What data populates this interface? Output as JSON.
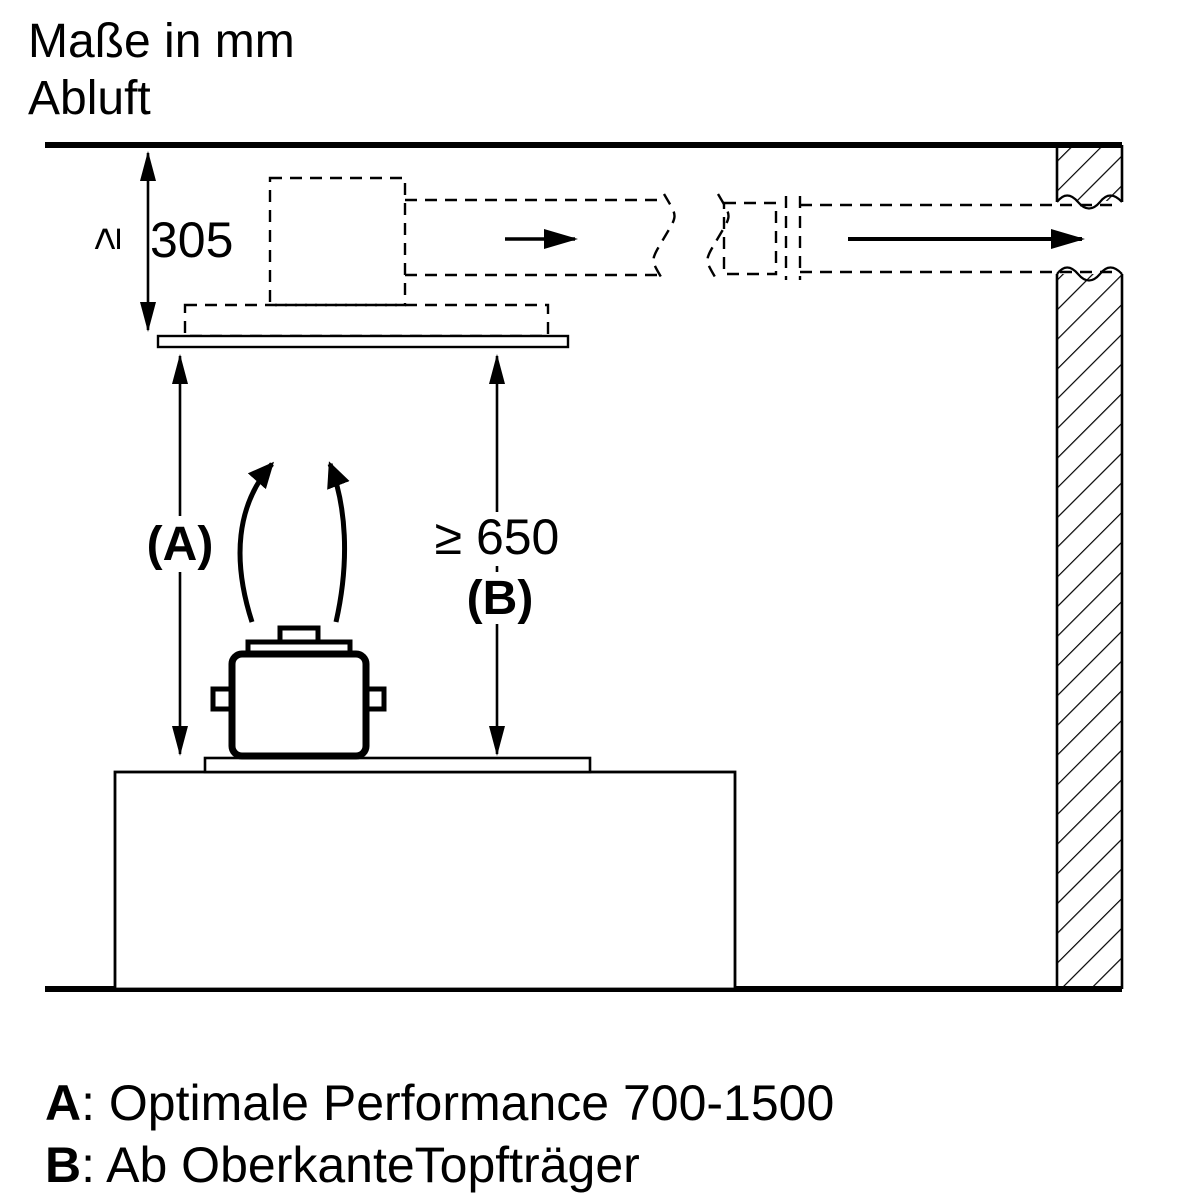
{
  "title": {
    "line1": "Maße in mm",
    "line2": "Abluft"
  },
  "dim_305": {
    "symbol": "≥",
    "value": "305"
  },
  "dim_a": {
    "label": "(A)"
  },
  "dim_b": {
    "value": "≥ 650",
    "label": "(B)"
  },
  "legend": {
    "a_key": "A",
    "a_rest": ": Optimale Performance 700-1500",
    "b_key": "B",
    "b_rest": ": Ab OberkanteTopfträger"
  },
  "colors": {
    "ink": "#000000",
    "background": "#ffffff"
  }
}
